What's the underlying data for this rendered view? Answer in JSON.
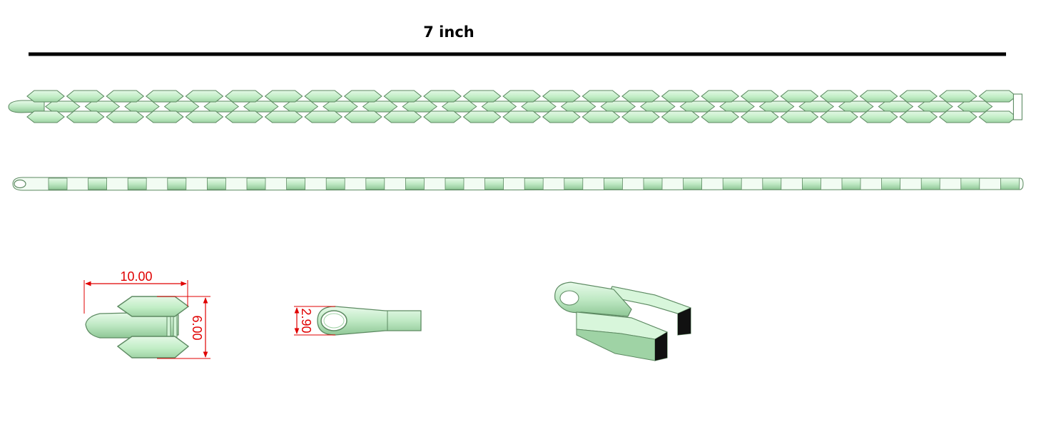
{
  "ruler": {
    "label": "7 inch"
  },
  "chain": {
    "link_count": 25
  },
  "dimensions": {
    "link_width": "10.00",
    "link_height": "6.00",
    "side_height": "2.90"
  },
  "colors": {
    "link_fill": "#c2eec6",
    "link_light": "#e4f8e6",
    "link_dark": "#8fc796",
    "link_stroke": "#5d8a62",
    "dimension": "#e00000",
    "ruler": "#000000",
    "end_face": "#111111"
  }
}
